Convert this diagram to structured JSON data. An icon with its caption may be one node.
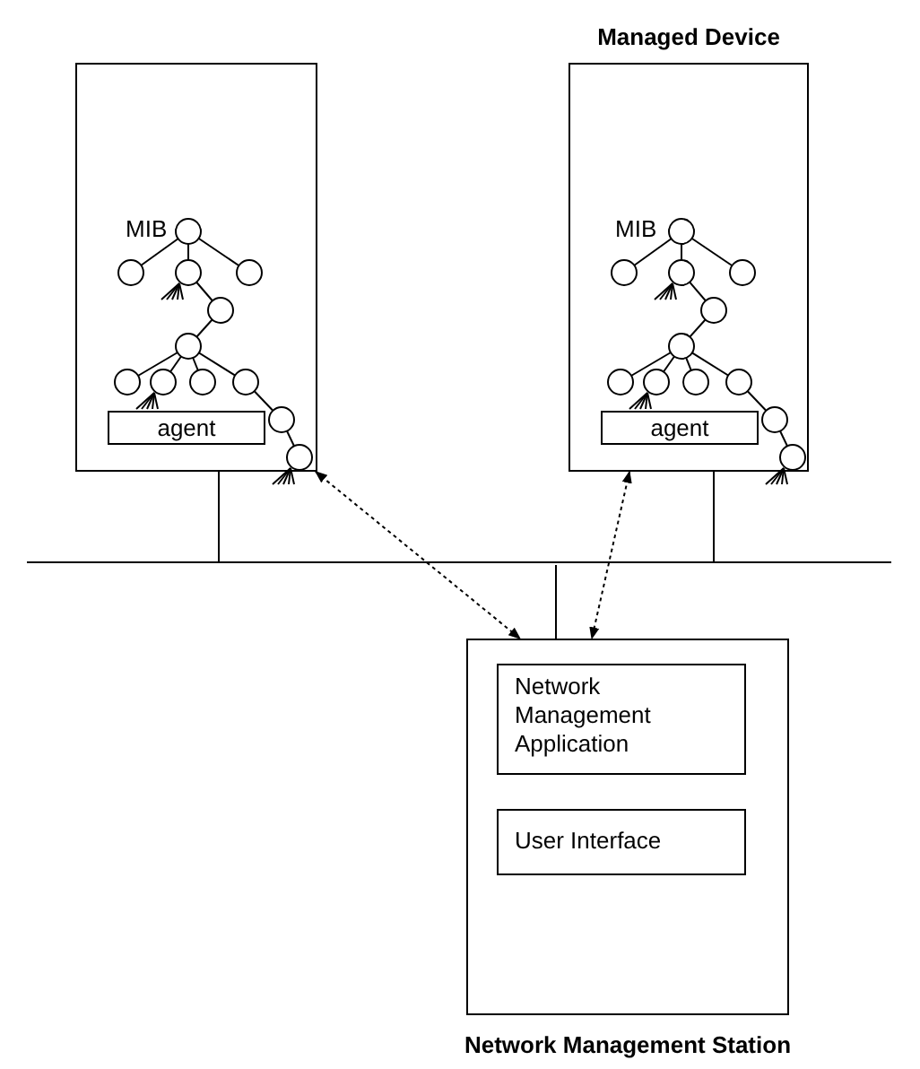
{
  "diagram": {
    "nodes": [
      {
        "text": [],
        "shape": "box"
      },
      {
        "text": [
          "agent"
        ],
        "in": 0
      },
      {
        "text": [
          "Managed Device"
        ]
      },
      {
        "text": [
          "agent"
        ],
        "in": 2
      },
      {
        "text": [],
        "shape": "bar"
      },
      {
        "text": [
          "Network Management Station"
        ]
      },
      {
        "text": [
          "Network Management Application"
        ],
        "in": 5
      },
      {
        "text": [
          "User Interface"
        ],
        "in": 5
      }
    ],
    "edges": [
      {
        "from": 0,
        "to": 4,
        "arrow": "none"
      },
      {
        "from": 2,
        "to": 4,
        "arrow": "none"
      },
      {
        "from": 5,
        "to": 4,
        "arrow": "none"
      },
      {
        "from": 0,
        "to": 5,
        "arrow": "both",
        "style": "dashed"
      },
      {
        "from": 2,
        "to": 5,
        "arrow": "both",
        "style": "dashed"
      }
    ],
    "labels": [
      "MIB",
      "MIB"
    ]
  }
}
